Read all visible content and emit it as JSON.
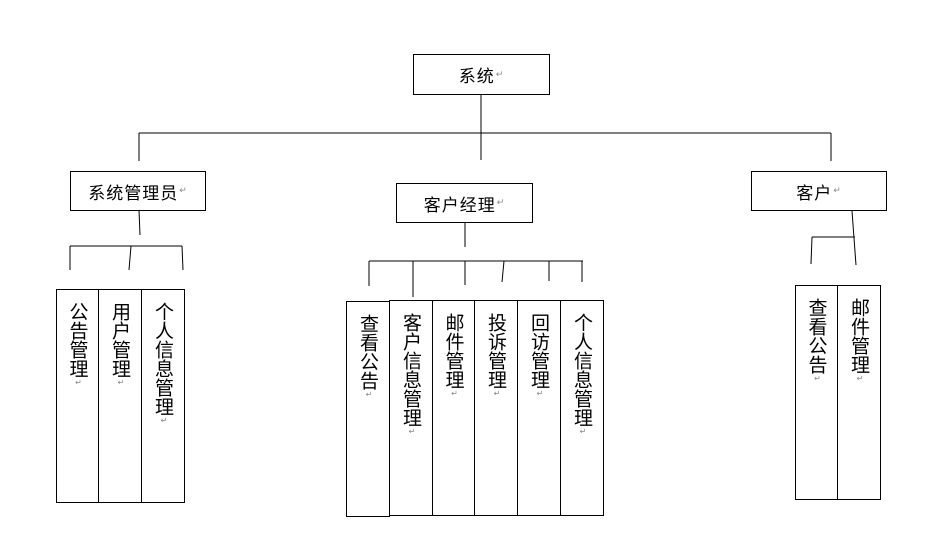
{
  "root": {
    "label": "系统"
  },
  "branches": [
    {
      "label": "系统管理员",
      "children": [
        "公告管理",
        "用户管理",
        "个人信息管理"
      ]
    },
    {
      "label": "客户经理",
      "children": [
        "查看公告",
        "客户信息管理",
        "邮件管理",
        "投诉管理",
        "回访管理",
        "个人信息管理"
      ]
    },
    {
      "label": "客户",
      "children": [
        "查看公告",
        "邮件管理"
      ]
    }
  ],
  "paragraph_mark": "↵"
}
